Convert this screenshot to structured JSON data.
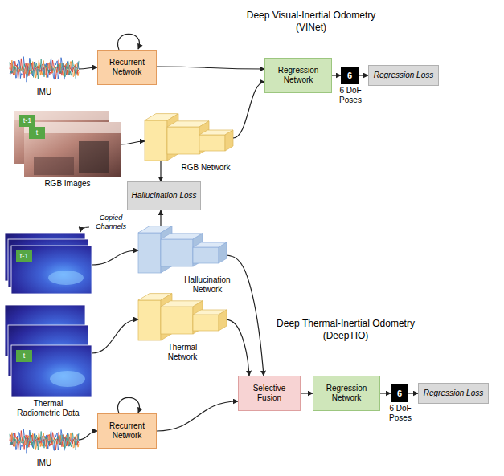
{
  "diagram": {
    "nodes": [
      {
        "text": [
          "IMU"
        ]
      },
      {
        "text": [
          "Recurrent Network"
        ]
      },
      {
        "text": [
          "Regression Network"
        ]
      },
      {
        "text": [
          "6",
          "6 DoF Poses"
        ]
      },
      {
        "text": [
          "Regression Loss"
        ]
      },
      {
        "text": [
          "RGB Images"
        ]
      },
      {
        "text": [
          "t-1"
        ],
        "in": 5
      },
      {
        "text": [
          "t"
        ],
        "in": 5
      },
      {
        "text": [
          "RGB Network"
        ]
      },
      {
        "text": [
          "Hallucination Loss"
        ]
      },
      {
        "text": [
          "Hallucination Network"
        ]
      },
      {
        "text": [
          "Thermal Radiometric Data"
        ]
      },
      {
        "text": [
          "t-1"
        ],
        "in": 11
      },
      {
        "text": [
          "t"
        ],
        "in": 11
      },
      {
        "text": [
          "Thermal Network"
        ]
      },
      {
        "text": [
          "Selective Fusion"
        ]
      },
      {
        "text": [
          "Regression Network"
        ]
      },
      {
        "text": [
          "6",
          "6 DoF Poses"
        ]
      },
      {
        "text": [
          "Regression Loss"
        ]
      },
      {
        "text": [
          "IMU"
        ]
      },
      {
        "text": [
          "Recurrent Network"
        ]
      }
    ],
    "edges": [
      {
        "from": 0,
        "to": 1,
        "arrow": "to"
      },
      {
        "from": 1,
        "to": 2,
        "arrow": "to"
      },
      {
        "from": 5,
        "to": 8,
        "arrow": "to"
      },
      {
        "from": 8,
        "to": 2,
        "arrow": "to"
      },
      {
        "from": 2,
        "to": 3,
        "arrow": "to"
      },
      {
        "from": 3,
        "to": 4,
        "arrow": "to"
      },
      {
        "from": 8,
        "to": 9,
        "arrow": "to"
      },
      {
        "from": 10,
        "to": 9,
        "arrow": "to"
      },
      {
        "from": 11,
        "to": 10,
        "arrow": "to"
      },
      {
        "from": 11,
        "to": 14,
        "arrow": "to"
      },
      {
        "from": 10,
        "to": 15,
        "arrow": "to"
      },
      {
        "from": 14,
        "to": 15,
        "arrow": "to"
      },
      {
        "from": 20,
        "to": 15,
        "arrow": "to"
      },
      {
        "from": 15,
        "to": 16,
        "arrow": "to"
      },
      {
        "from": 16,
        "to": 17,
        "arrow": "to"
      },
      {
        "from": 17,
        "to": 18,
        "arrow": "to"
      },
      {
        "from": 19,
        "to": 20,
        "arrow": "to"
      }
    ],
    "labels": [
      "Deep Visual-Inertial Odometry (VINet)",
      "Copied Channels",
      "Deep Thermal-Inertial Odometry (DeepTIO)"
    ]
  }
}
